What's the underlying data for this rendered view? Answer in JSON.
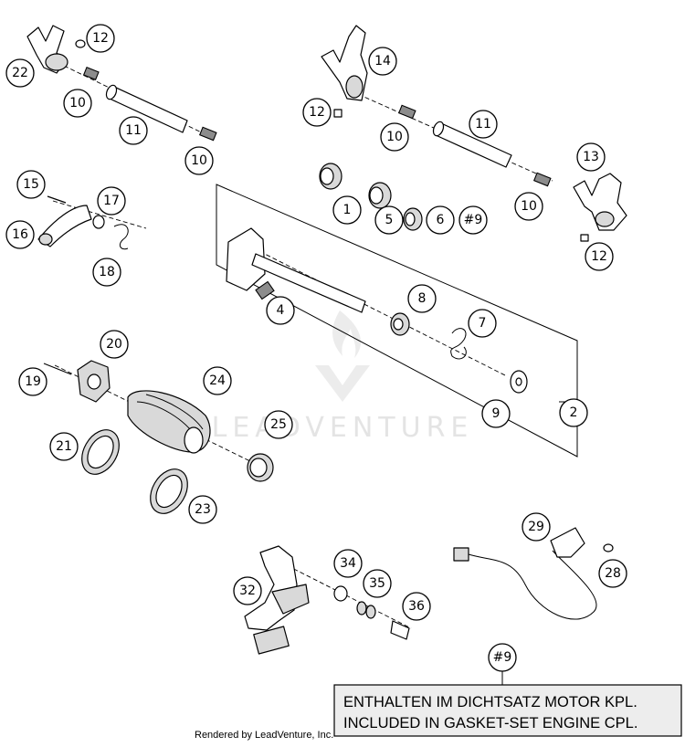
{
  "watermark": {
    "text": "LEADVENTURE"
  },
  "callouts": [
    {
      "id": "c22",
      "label": "22"
    },
    {
      "id": "c12a",
      "label": "12"
    },
    {
      "id": "c10a",
      "label": "10"
    },
    {
      "id": "c11a",
      "label": "11"
    },
    {
      "id": "c10b",
      "label": "10"
    },
    {
      "id": "c14",
      "label": "14"
    },
    {
      "id": "c12b",
      "label": "12"
    },
    {
      "id": "c10c",
      "label": "10"
    },
    {
      "id": "c11b",
      "label": "11"
    },
    {
      "id": "c13",
      "label": "13"
    },
    {
      "id": "c10d",
      "label": "10"
    },
    {
      "id": "c12c",
      "label": "12"
    },
    {
      "id": "c15",
      "label": "15"
    },
    {
      "id": "c17",
      "label": "17"
    },
    {
      "id": "c16",
      "label": "16"
    },
    {
      "id": "c18",
      "label": "18"
    },
    {
      "id": "c1",
      "label": "1"
    },
    {
      "id": "c5",
      "label": "5"
    },
    {
      "id": "c6",
      "label": "6"
    },
    {
      "id": "c9hash",
      "label": "#9"
    },
    {
      "id": "c8",
      "label": "8"
    },
    {
      "id": "c4",
      "label": "4"
    },
    {
      "id": "c7",
      "label": "7"
    },
    {
      "id": "c9",
      "label": "9"
    },
    {
      "id": "c2",
      "label": "2"
    },
    {
      "id": "c20",
      "label": "20"
    },
    {
      "id": "c19",
      "label": "19"
    },
    {
      "id": "c24",
      "label": "24"
    },
    {
      "id": "c25",
      "label": "25"
    },
    {
      "id": "c21",
      "label": "21"
    },
    {
      "id": "c23",
      "label": "23"
    },
    {
      "id": "c29",
      "label": "29"
    },
    {
      "id": "c28",
      "label": "28"
    },
    {
      "id": "c34",
      "label": "34"
    },
    {
      "id": "c32",
      "label": "32"
    },
    {
      "id": "c35",
      "label": "35"
    },
    {
      "id": "c36",
      "label": "36"
    },
    {
      "id": "cnote",
      "label": "#9"
    }
  ],
  "note": {
    "line1": "ENTHALTEN IM DICHTSATZ MOTOR KPL.",
    "line2": "INCLUDED IN GASKET-SET ENGINE CPL."
  },
  "credit": "Rendered by LeadVenture, Inc."
}
